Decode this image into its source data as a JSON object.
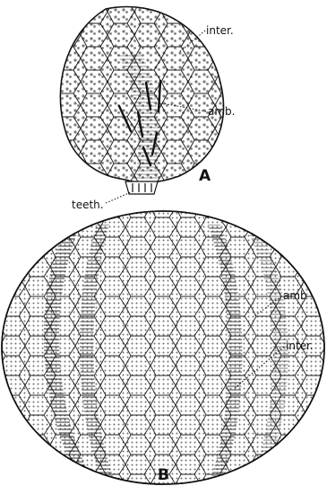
{
  "figure": {
    "panel_a": {
      "letter": "A",
      "labels": {
        "inter": "inter.",
        "amb": "amb.",
        "teeth": "teeth."
      }
    },
    "panel_b": {
      "letter": "B",
      "labels": {
        "amb": "amb",
        "inter": "inter."
      }
    }
  }
}
